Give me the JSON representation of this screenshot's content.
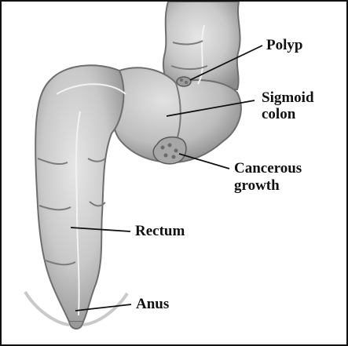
{
  "diagram": {
    "labels": {
      "polyp": "Polyp",
      "sigmoid_line1": "Sigmoid",
      "sigmoid_line2": "colon",
      "cancer_line1": "Cancerous",
      "cancer_line2": "growth",
      "rectum": "Rectum",
      "anus": "Anus"
    }
  }
}
